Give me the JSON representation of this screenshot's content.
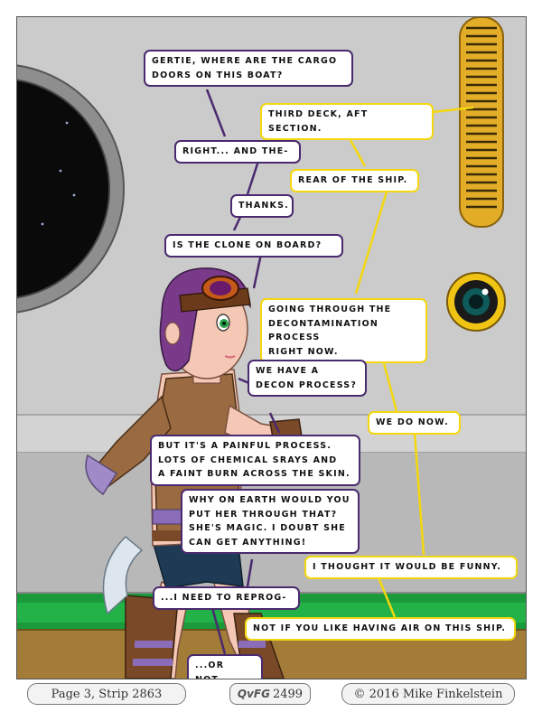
{
  "colors": {
    "purple_border": "#4a2a6e",
    "yellow_border": "#f3d70f",
    "wall": "#c9c9c9",
    "floor_green": "#1a9a3a"
  },
  "bubbles": [
    {
      "speaker": "purple",
      "text": "Gertie, where are the cargo\ndoors on this boat?"
    },
    {
      "speaker": "yellow",
      "text": "Third deck, aft section."
    },
    {
      "speaker": "purple",
      "text": "Right... and the-"
    },
    {
      "speaker": "yellow",
      "text": "Rear of the ship."
    },
    {
      "speaker": "purple",
      "text": "Thanks."
    },
    {
      "speaker": "purple",
      "text": "Is the clone on board?"
    },
    {
      "speaker": "yellow",
      "text": "Going through the\ndecontamination process\nright now."
    },
    {
      "speaker": "purple",
      "text": "We have a\ndecon process?"
    },
    {
      "speaker": "yellow",
      "text": "We do now."
    },
    {
      "speaker": "purple",
      "text": "But it's a painful process.\nLots of chemical srays and\na faint burn across the skin."
    },
    {
      "speaker": "purple",
      "text": "Why on earth would you\nput her through that?\nShe's magic. I doubt she\ncan get anything!"
    },
    {
      "speaker": "yellow",
      "text": "I thought it would be funny."
    },
    {
      "speaker": "purple",
      "text": "...I need to reprog-"
    },
    {
      "speaker": "yellow",
      "text": "Not if you like having air on this ship."
    },
    {
      "speaker": "purple",
      "text": "...or not."
    }
  ],
  "footer": {
    "page_strip": "Page 3, Strip 2863",
    "logo_text": "QvFG",
    "logo_number": "2499",
    "copyright": "© 2016 Mike Finkelstein"
  }
}
